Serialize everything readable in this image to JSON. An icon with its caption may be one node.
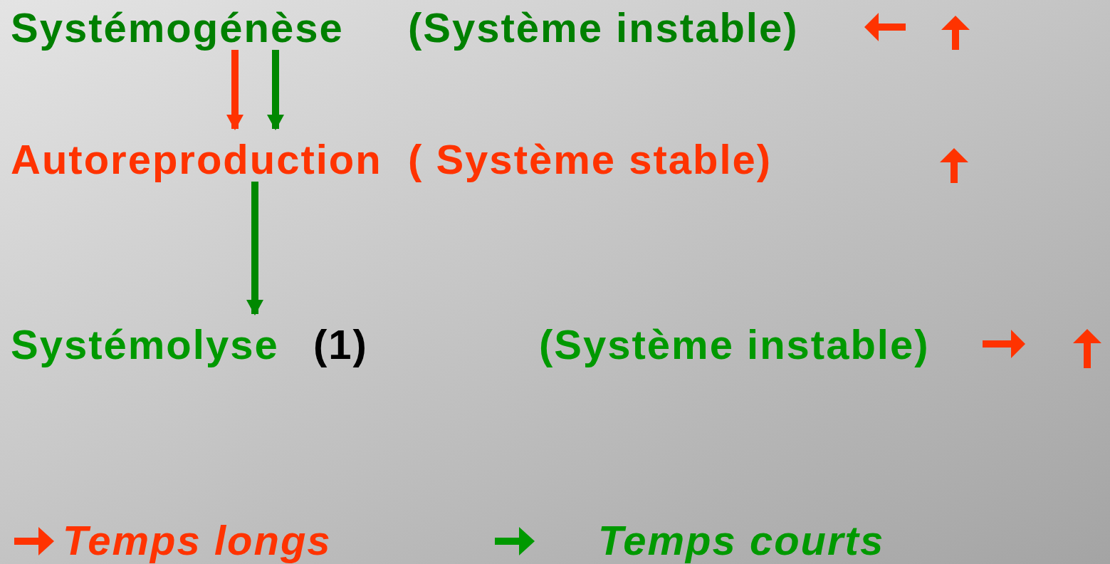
{
  "diagram": {
    "nodes": [
      {
        "text": [
          "Systémogénèse"
        ],
        "beside": [
          "(Système instable)"
        ]
      },
      {
        "text": [
          "Autoreproduction"
        ],
        "beside": [
          "( Système stable)"
        ]
      },
      {
        "text": [
          "Systémolyse"
        ],
        "beside": [
          "(1)"
        ]
      }
    ],
    "edges": [
      {
        "from": 0,
        "to": 1,
        "arrow": "to",
        "color": "#ff3300"
      },
      {
        "from": 0,
        "to": 1,
        "arrow": "to"
      },
      {
        "from": 1,
        "to": 2,
        "arrow": "to"
      }
    ],
    "labels": [
      "(Système instable)"
    ],
    "legend": [
      {
        "text": "Temps longs",
        "color": "#ff3300"
      },
      {
        "text": "Temps courts",
        "color": "#009900"
      }
    ]
  }
}
